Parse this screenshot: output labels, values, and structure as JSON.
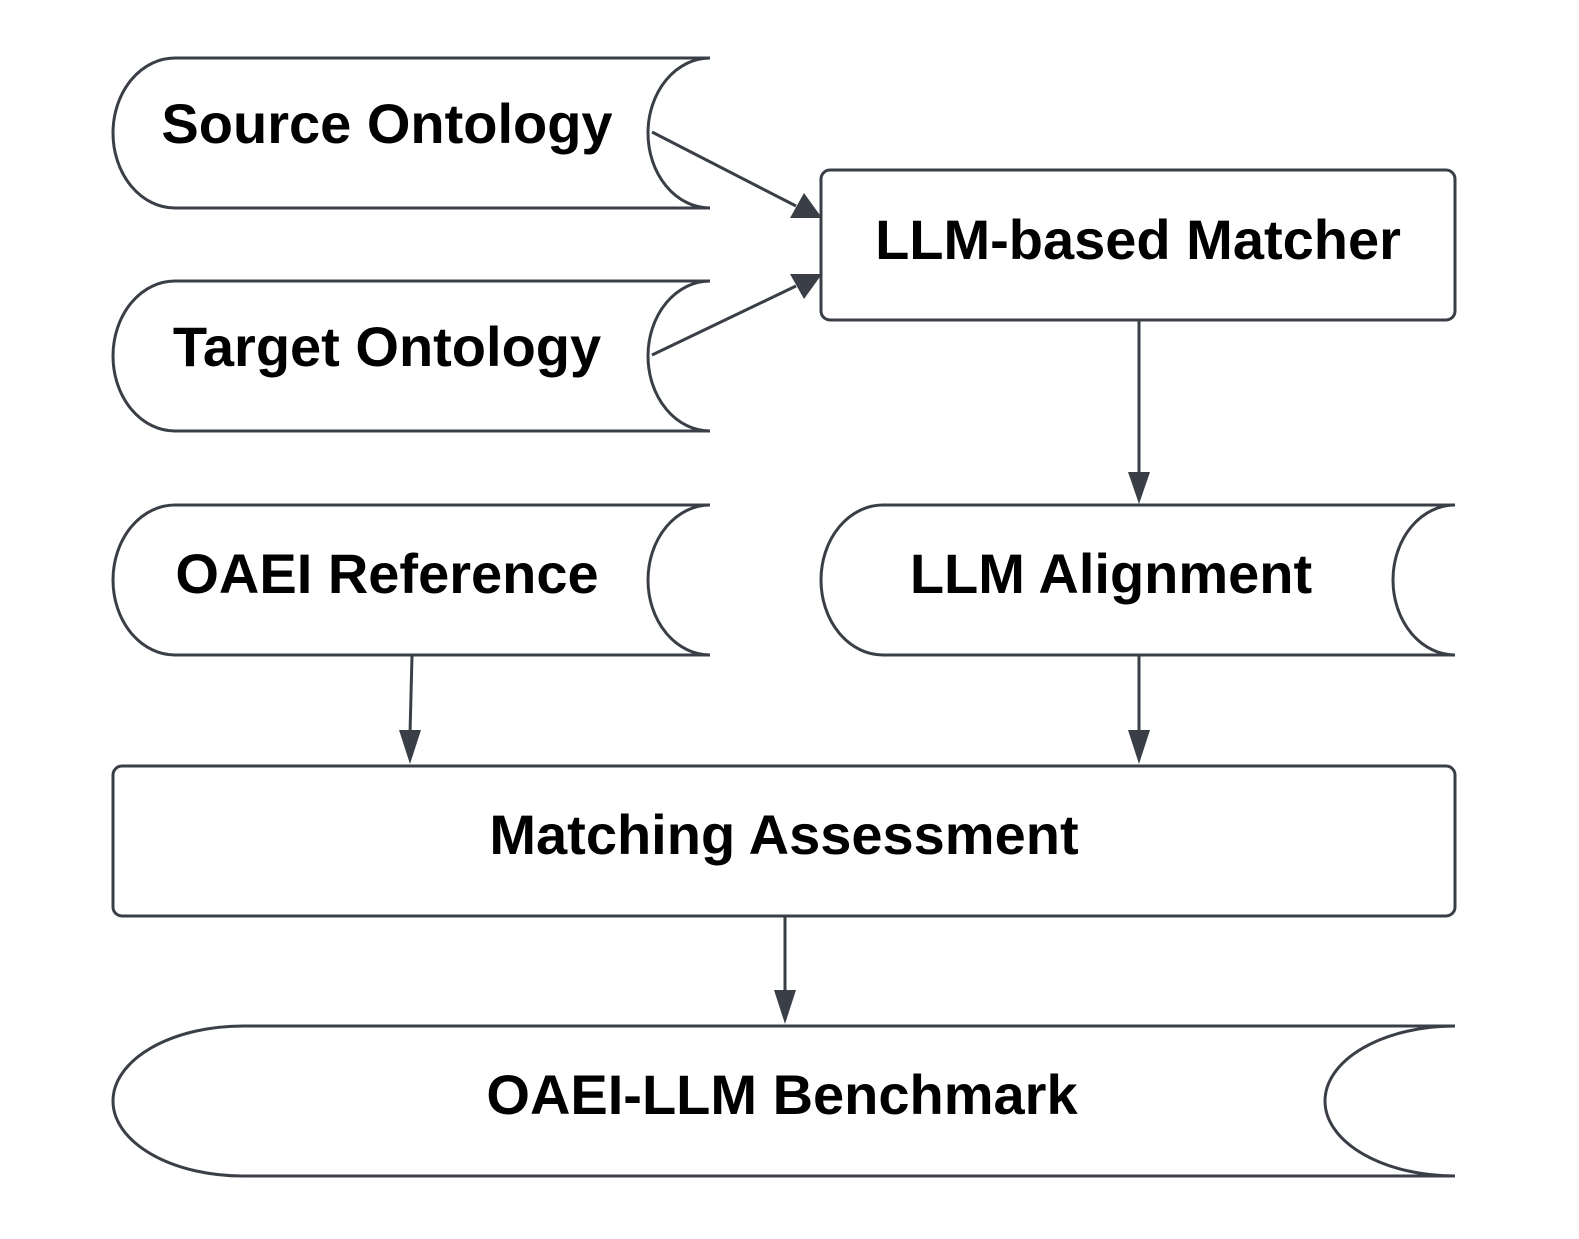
{
  "diagram": {
    "nodes": {
      "source_ontology": {
        "label": "Source Ontology",
        "shape": "stored-data"
      },
      "target_ontology": {
        "label": "Target Ontology",
        "shape": "stored-data"
      },
      "llm_matcher": {
        "label": "LLM-based Matcher",
        "shape": "process"
      },
      "oaei_reference": {
        "label": "OAEI Reference",
        "shape": "stored-data"
      },
      "llm_alignment": {
        "label": "LLM Alignment",
        "shape": "stored-data"
      },
      "matching_assessment": {
        "label": "Matching Assessment",
        "shape": "process"
      },
      "benchmark": {
        "label": "OAEI-LLM Benchmark",
        "shape": "stored-data"
      }
    },
    "edges": [
      {
        "from": "source_ontology",
        "to": "llm_matcher"
      },
      {
        "from": "target_ontology",
        "to": "llm_matcher"
      },
      {
        "from": "llm_matcher",
        "to": "llm_alignment"
      },
      {
        "from": "oaei_reference",
        "to": "matching_assessment"
      },
      {
        "from": "llm_alignment",
        "to": "matching_assessment"
      },
      {
        "from": "matching_assessment",
        "to": "benchmark"
      }
    ],
    "colors": {
      "stroke": "#3a3f47",
      "fill": "#ffffff",
      "text": "#000000"
    }
  }
}
